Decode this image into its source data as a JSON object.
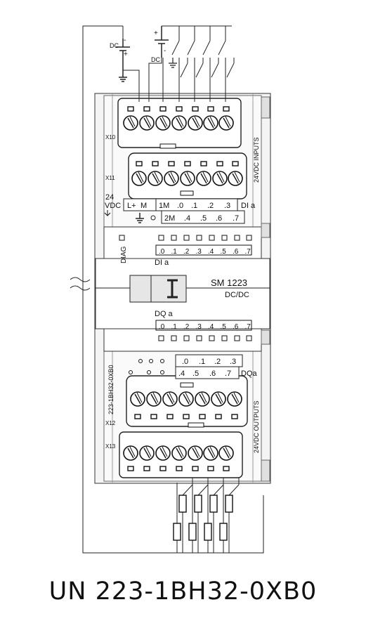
{
  "diagram": {
    "supply_symbols": [
      "DC",
      "DC"
    ],
    "polarity": {
      "plus": "+",
      "minus": "-"
    },
    "connector_ids": [
      "X10",
      "X11",
      "X12",
      "X13"
    ],
    "inputs_label": "24VDC INPUTS",
    "outputs_label": "24VDC OUTPUTS",
    "power_label_line1": "24",
    "power_label_line2": "VDC",
    "supply_terminals": [
      "L+",
      "M"
    ],
    "input_terminals_row1": [
      "1M",
      ".0",
      ".1",
      ".2",
      ".3"
    ],
    "input_terminals_row2": [
      "2M",
      ".4",
      ".5",
      ".6",
      ".7"
    ],
    "input_group_label": "DI a",
    "diag_label": "DIAG",
    "input_led_labels": [
      ".0",
      ".1",
      ".2",
      ".3",
      ".4",
      ".5",
      ".6",
      ".7"
    ],
    "input_led_group": "DI a",
    "module_name": "SM 1223",
    "module_type": "DC/DC",
    "output_group_label": "DQ a",
    "output_led_labels": [
      ".0",
      ".1",
      ".2",
      ".3",
      ".4",
      ".5",
      ".6",
      ".7"
    ],
    "output_terminals_row1": [
      ".0",
      ".1",
      ".2",
      ".3"
    ],
    "output_terminals_row2": [
      ".4",
      ".5",
      ".6",
      ".7"
    ],
    "output_group_short": "DQa",
    "part_number_vertical": "223-1BH32-0XB0",
    "caption": "UN 223-1BH32-0XB0"
  }
}
